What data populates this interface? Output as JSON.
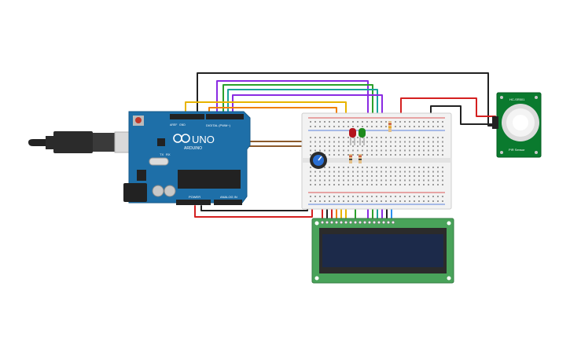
{
  "arduino": {
    "brand": "ARDUINO",
    "model": "UNO",
    "digital_label": "DIGITAL (PWM~)",
    "power_label": "POWER",
    "analog_label": "ANALOG IN",
    "tx_label": "TX",
    "rx_label": "RX",
    "aref_label": "AREF",
    "gnd_label": "GND"
  },
  "pir": {
    "top_label": "HC-SR501",
    "bottom_label": "PIR Sensor"
  },
  "colors": {
    "board": "#1e6fa8",
    "pir_board": "#0a7a2e",
    "lcd_frame": "#49a35a",
    "lcd_screen": "#1c2a4a",
    "breadboard": "#f2f2f2",
    "wire_black": "#222222",
    "wire_red": "#d42020",
    "wire_yellow": "#e8b400",
    "wire_purple": "#8a2be2",
    "wire_green": "#2ca02c",
    "wire_teal": "#1aa39a",
    "wire_brown": "#8b5a2b",
    "wire_orange": "#f08000",
    "wire_blue": "#2a8ff0"
  },
  "icons": [
    "usb-cable-icon",
    "potentiometer-knob-icon",
    "led-red-icon",
    "led-green-icon",
    "resistor-icon"
  ]
}
